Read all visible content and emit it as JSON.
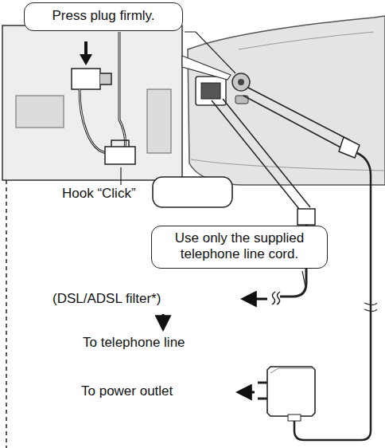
{
  "diagram": {
    "nodes": [
      {
        "text": [
          "Press plug firmly."
        ]
      },
      {
        "text": [
          "Use only the supplied telephone line cord."
        ]
      }
    ],
    "labels": [
      "Hook “Click”",
      "(DSL/ADSL filter*)",
      "To telephone line",
      "To power outlet"
    ]
  }
}
